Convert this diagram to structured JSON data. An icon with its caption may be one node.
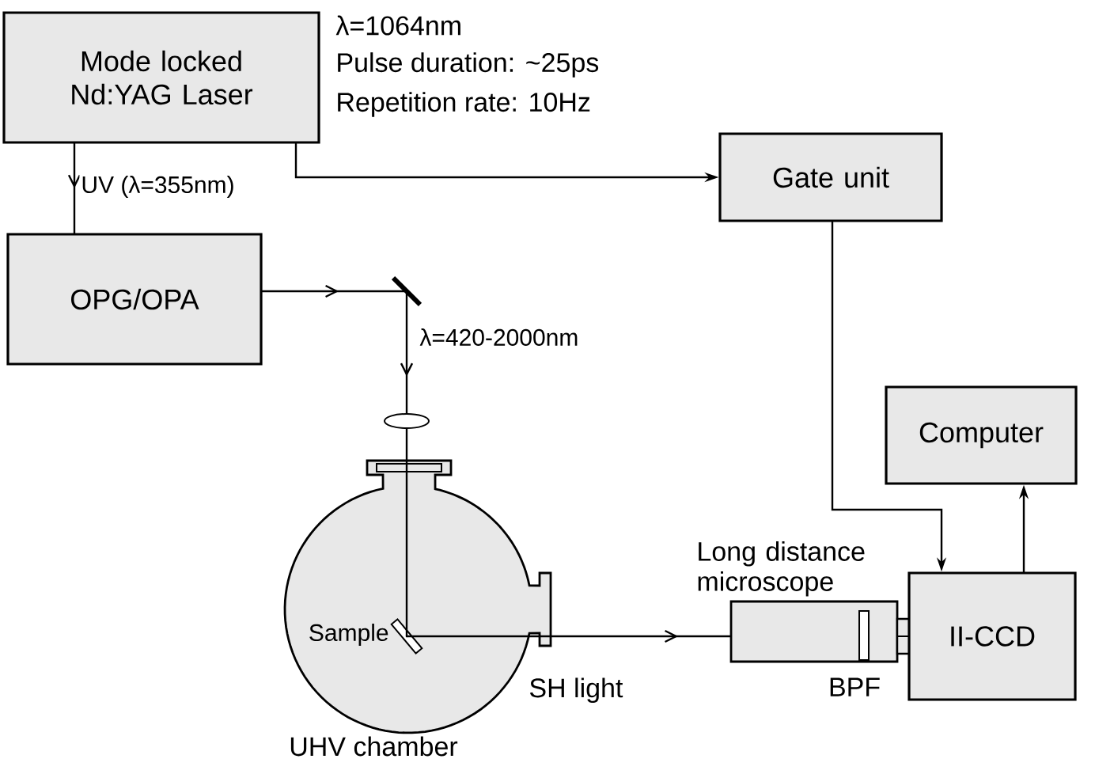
{
  "diagram": {
    "nodes": [
      {
        "text": [
          "Mode locked Nd:YAG Laser"
        ],
        "beside": [
          "λ=1064nm",
          "Pulse duration: ~25ps",
          "Repetition rate: 10Hz"
        ]
      },
      {
        "text": [
          "OPG/OPA"
        ]
      },
      {
        "text": [
          "Gate unit"
        ]
      },
      {
        "text": [],
        "shape": "mirror"
      },
      {
        "text": [],
        "shape": "lens"
      },
      {
        "text": [
          "UHV chamber"
        ]
      },
      {
        "text": [
          "Sample"
        ],
        "in": 5
      },
      {
        "text": [
          "Long distance microscope"
        ],
        "beside": [
          "BPF"
        ]
      },
      {
        "text": [
          "II-CCD"
        ]
      },
      {
        "text": [
          "Computer"
        ]
      }
    ],
    "edges": [
      {
        "from": 0,
        "to": 1,
        "arrow": "to",
        "label": "UV (λ=355nm)"
      },
      {
        "from": 0,
        "to": 2,
        "arrow": "to"
      },
      {
        "from": 1,
        "to": 3,
        "arrow": "to"
      },
      {
        "from": 3,
        "to": 4,
        "arrow": "to",
        "label": "λ=420-2000nm"
      },
      {
        "from": 4,
        "to": 6,
        "arrow": "none"
      },
      {
        "from": 6,
        "to": 7,
        "arrow": "to"
      },
      {
        "from": 2,
        "to": 8,
        "arrow": "to"
      },
      {
        "from": 8,
        "to": 9,
        "arrow": "to"
      }
    ],
    "labels": [
      "SH light"
    ]
  }
}
